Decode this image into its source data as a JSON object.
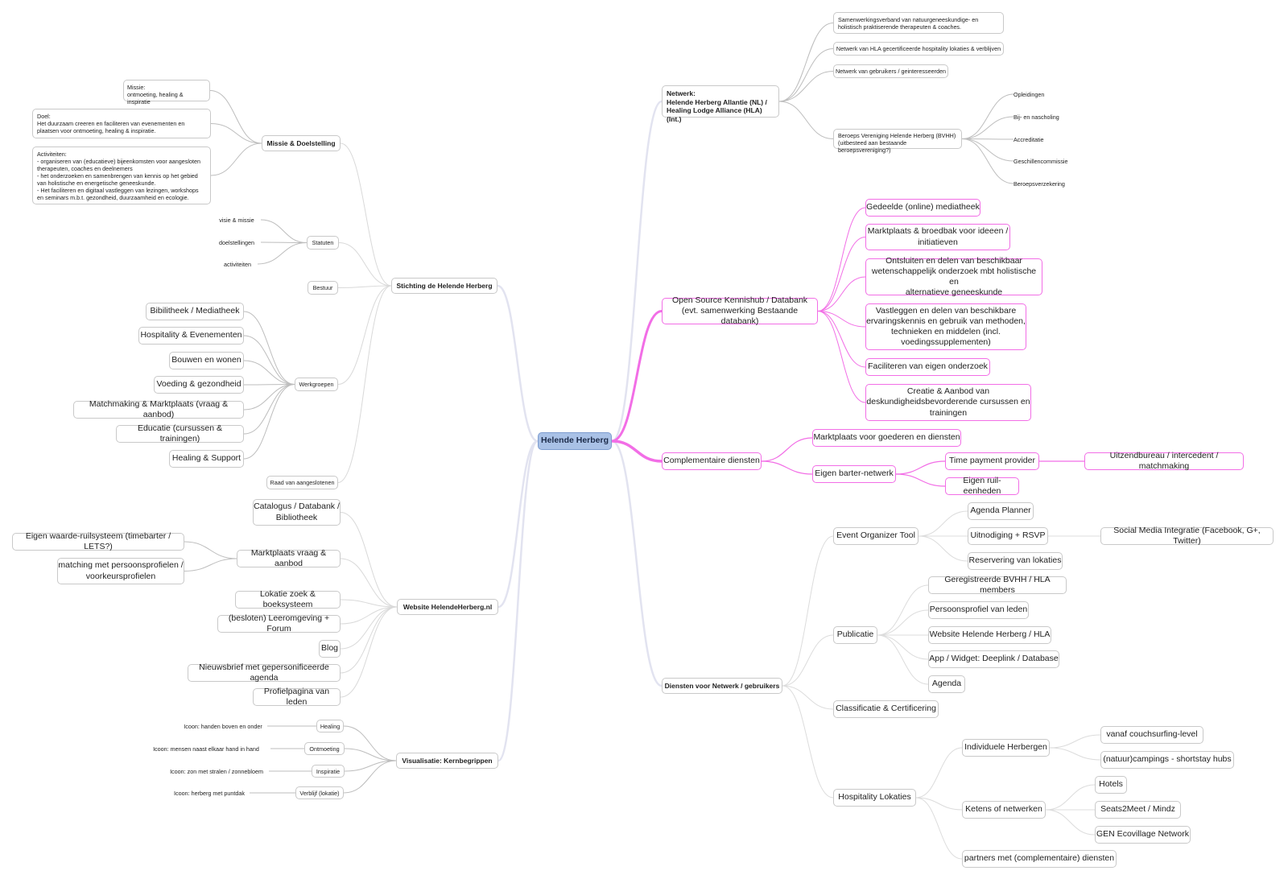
{
  "root": "Helende Herberg",
  "left": {
    "stichting": {
      "label": "Stichting de Helende Herberg",
      "missie": {
        "label": "Missie & Doelstelling",
        "missie_text": "Missie:\nontmoeting, healing & inspiratie",
        "doel_text": "Doel:\nHet duurzaam creeren en faciliteren van evenementen en plaatsen voor ontmoeting, healing & inspiratie.",
        "activiteiten_text": "Activiteiten:\n- organiseren van (educatieve) bijeenkomsten voor aangesloten therapeuten, coaches en deelnemers\n- het onderzoeken en samenbrengen van kennis op het gebied van holistische en energetische geneeskunde.\n- Het faciliteren en digitaal vastleggen van lezingen, workshops en seminars m.b.t. gezondheid, duurzaamheid en ecologie."
      },
      "statuten": {
        "label": "Statuten",
        "items": [
          "visie & missie",
          "doelstellingen",
          "activiteiten"
        ]
      },
      "bestuur": "Bestuur",
      "werkgroepen": {
        "label": "Werkgroepen",
        "items": [
          "Bibilitheek / Mediatheek",
          "Hospitality & Evenementen",
          "Bouwen en wonen",
          "Voeding & gezondheid",
          "Matchmaking & Marktplaats (vraag & aanbod)",
          "Educatie (cursussen & trainingen)",
          "Healing & Support"
        ]
      },
      "raad": "Raad van aangeslotenen"
    },
    "website": {
      "label": "Website HelendeHerberg.nl",
      "catalogus": "Catalogus / Databank /\nBibliotheek",
      "marktplaats": {
        "label": "Marktplaats vraag & aanbod",
        "items": [
          "Eigen waarde-ruilsysteem (timebarter / LETS?)",
          "matching met persoonsprofielen /\nvoorkeursprofielen"
        ]
      },
      "items": [
        "Lokatie zoek & boeksysteem",
        "(besloten) Leeromgeving + Forum",
        "Blog",
        "Nieuwsbrief met gepersonificeerde agenda",
        "Profielpagina van leden"
      ]
    },
    "visualisatie": {
      "label": "Visualisatie: Kernbegrippen",
      "items": [
        {
          "label": "Healing",
          "icon": "Icoon: handen boven en onder"
        },
        {
          "label": "Ontmoeting",
          "icon": "Icoon: mensen naast elkaar hand in hand"
        },
        {
          "label": "Inspiratie",
          "icon": "Icoon: zon met stralen / zonnebloem"
        },
        {
          "label": "Verblijf (lokatie)",
          "icon": "Icoon: herberg met puntdak"
        }
      ]
    }
  },
  "right": {
    "netwerk": {
      "label": "Netwerk:\nHelende Herberg Allantie (NL) /\nHealing Lodge Alliance (HLA) (Int.)",
      "items": [
        "Samenwerkingsverband van natuurgeneeskundige- en holistisch praktiserende therapeuten & coaches.",
        "Netwerk van HLA gecertificeerde hospitality lokaties & verblijven",
        "Netwerk van gebruikers / geinteresseerden"
      ],
      "bvhh": {
        "label": "Beroeps Vereniging Helende Herberg (BVHH)\n(uitbesteed aan bestaande beroepsvereniging?)",
        "items": [
          "Opleidingen",
          "Bij- en nascholing",
          "Accreditatie",
          "Geschillencommissie",
          "Beroepsverzekering"
        ]
      }
    },
    "kennishub": {
      "label": "Open Source Kennishub / Databank\n(evt. samenwerking Bestaande databank)",
      "items": [
        "Gedeelde (online) mediatheek",
        "Marktplaats & broedbak voor ideeen /\ninitiatieven",
        "Ontsluiten en delen van beschikbaar\nwetenschappelijk onderzoek mbt holistische en\nalternatieve geneeskunde",
        "Vastleggen en delen van beschikbare\nervaringskennis en gebruik van methoden,\ntechnieken en middelen (incl.\nvoedingssupplementen)",
        "Faciliteren van eigen onderzoek",
        "Creatie & Aanbod van\ndeskundigheidsbevorderende cursussen en\ntrainingen"
      ]
    },
    "complementair": {
      "label": "Complementaire diensten",
      "marktplaats": "Marktplaats voor goederen en diensten",
      "barter": {
        "label": "Eigen barter-netwerk",
        "time": "Time payment provider",
        "uitzend": "Uitzendbureau / intercedent / matchmaking",
        "ruil": "Eigen ruil-eenheden"
      }
    },
    "diensten": {
      "label": "Diensten voor Netwerk / gebruikers",
      "event": {
        "label": "Event Organizer Tool",
        "items": [
          "Agenda Planner",
          "Uitnodiging + RSVP",
          "Reservering van lokaties"
        ],
        "social": "Social Media Integratie (Facebook, G+, Twitter)"
      },
      "publicatie": {
        "label": "Publicatie",
        "items": [
          "Geregistreerde BVHH / HLA members",
          "Persoonsprofiel van leden",
          "Website Helende Herberg / HLA",
          "App / Widget: Deeplink / Database",
          "Agenda"
        ]
      },
      "classificatie": "Classificatie & Certificering",
      "hospitality": {
        "label": "Hospitality Lokaties",
        "individueel": {
          "label": "Individuele Herbergen",
          "items": [
            "vanaf couchsurfing-level",
            "(natuur)campings - shortstay hubs"
          ]
        },
        "ketens": {
          "label": "Ketens of netwerken",
          "items": [
            "Hotels",
            "Seats2Meet / Mindz",
            "GEN Ecovillage Network"
          ]
        },
        "partners": "partners met (complementaire) diensten"
      }
    }
  },
  "colors": {
    "pink": "#f26ee6",
    "grey": "#c9c9c9",
    "root_fill": "#a9c1e6",
    "main_branch": "#e2e3f0"
  }
}
